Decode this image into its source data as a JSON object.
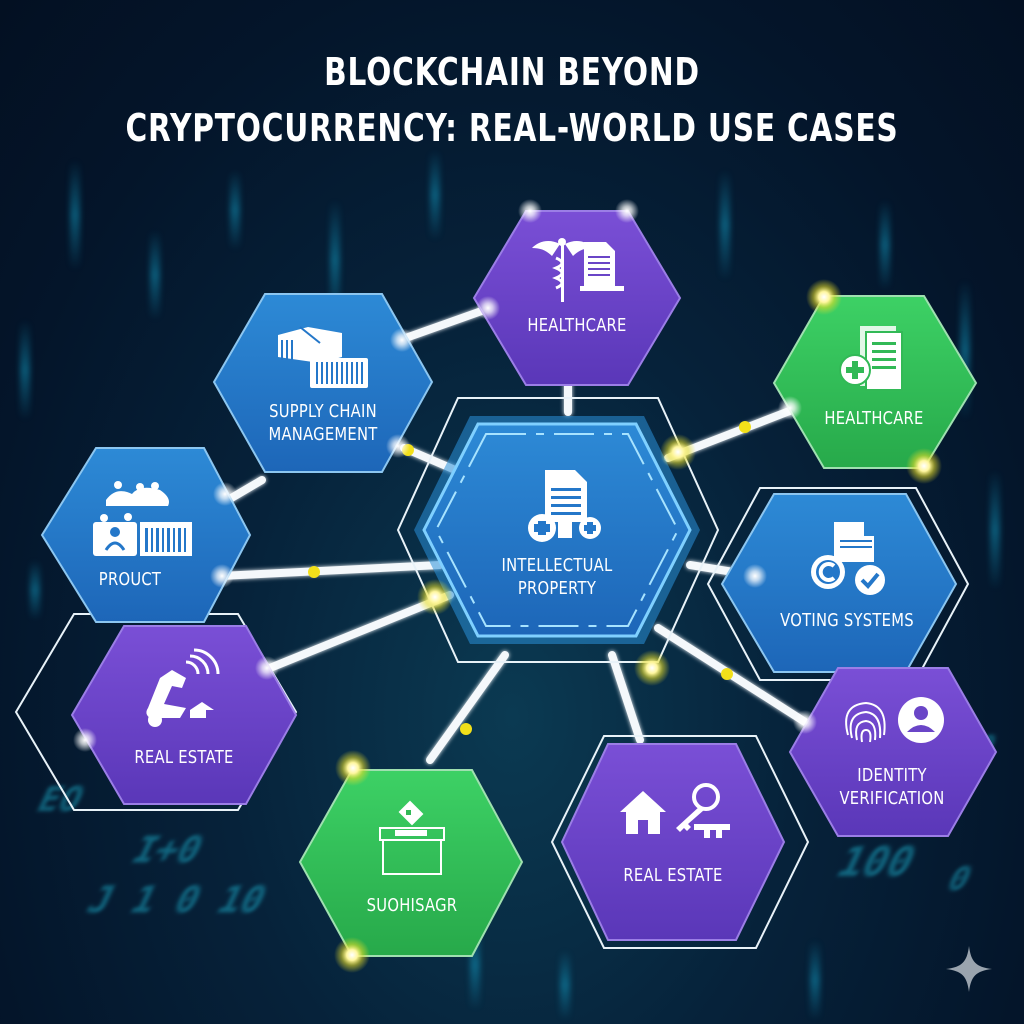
{
  "title": {
    "line1": "Blockchain Beyond",
    "line2": "Cryptocurrency: Real-world Use Cases"
  },
  "colors": {
    "background": "#04152a",
    "blue_hex": "#2477c9",
    "purple_hex": "#6a45c7",
    "green_hex": "#32b956",
    "connector": "#ffffff",
    "node_dot": "#f2e01a"
  },
  "center_node": {
    "label_line1": "Intellectual",
    "label_line2": "Property",
    "icon": "document-plus-icon",
    "color": "blue"
  },
  "nodes": [
    {
      "id": "healthcare-top",
      "label_line1": "Healthcare",
      "label_line2": "",
      "icon": "caduceus-document-icon",
      "color": "purple"
    },
    {
      "id": "supply-chain",
      "label_line1": "Supply Chain",
      "label_line2": "Management",
      "icon": "shipping-container-icon",
      "color": "blue"
    },
    {
      "id": "healthcare-right",
      "label_line1": "Healthcare",
      "label_line2": "",
      "icon": "medical-document-icon",
      "color": "green"
    },
    {
      "id": "product",
      "label_line1": "Prouct",
      "label_line2": "",
      "icon": "people-barcode-icon",
      "color": "blue"
    },
    {
      "id": "voting-systems",
      "label_line1": "Voting Systems",
      "label_line2": "",
      "icon": "copyright-check-icon",
      "color": "blue"
    },
    {
      "id": "real-estate-left",
      "label_line1": "Real Estate",
      "label_line2": "",
      "icon": "robot-arm-signal-icon",
      "color": "purple"
    },
    {
      "id": "identity-verification",
      "label_line1": "Identity",
      "label_line2": "Verification",
      "icon": "fingerprint-user-icon",
      "color": "purple"
    },
    {
      "id": "ballot",
      "label_line1": "SUOHISAGR",
      "label_line2": "",
      "icon": "ballot-box-icon",
      "color": "green"
    },
    {
      "id": "real-estate-bottom",
      "label_line1": "Real Estate",
      "label_line2": "",
      "icon": "house-key-icon",
      "color": "purple"
    }
  ],
  "watermark": {
    "icon": "sparkle-icon"
  }
}
